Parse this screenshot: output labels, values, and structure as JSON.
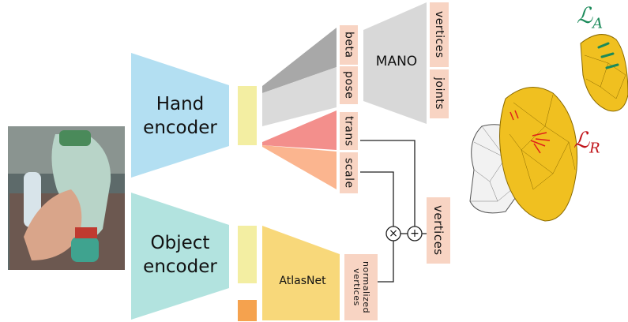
{
  "encoders": {
    "hand_line1": "Hand",
    "hand_line2": "encoder",
    "object_line1": "Object",
    "object_line2": "encoder"
  },
  "heads": {
    "beta": "beta",
    "pose": "pose",
    "trans": "trans",
    "scale": "scale"
  },
  "mano": {
    "label": "MANO",
    "out_vertices": "vertices",
    "out_joints": "joints"
  },
  "atlasnet": {
    "label": "AtlasNet",
    "out_line1": "normalized",
    "out_line2": "vertices"
  },
  "combine": {
    "times_symbol": "×",
    "plus_symbol": "+",
    "out_vertices": "vertices"
  },
  "losses": {
    "la_symbol": "ℒ",
    "la_subscript": "A",
    "lr_symbol": "ℒ",
    "lr_subscript": "R"
  },
  "colors": {
    "hand_encoder": "#b3dff2",
    "object_encoder": "#b2e3df",
    "feature": "#f3eea2",
    "object_extra_feature": "#f5a24e",
    "beta_fan": "#a8a8a8",
    "pose_fan": "#dadada",
    "trans_fan": "#f38f8c",
    "scale_fan": "#fbb58f",
    "label_box": "#f8d4c3",
    "mano_box": "#d8d8d8",
    "atlasnet_box": "#f8d87a",
    "loss_a": "#1b8a5a",
    "loss_r": "#c0141a",
    "object_mesh": "#f0c020"
  }
}
